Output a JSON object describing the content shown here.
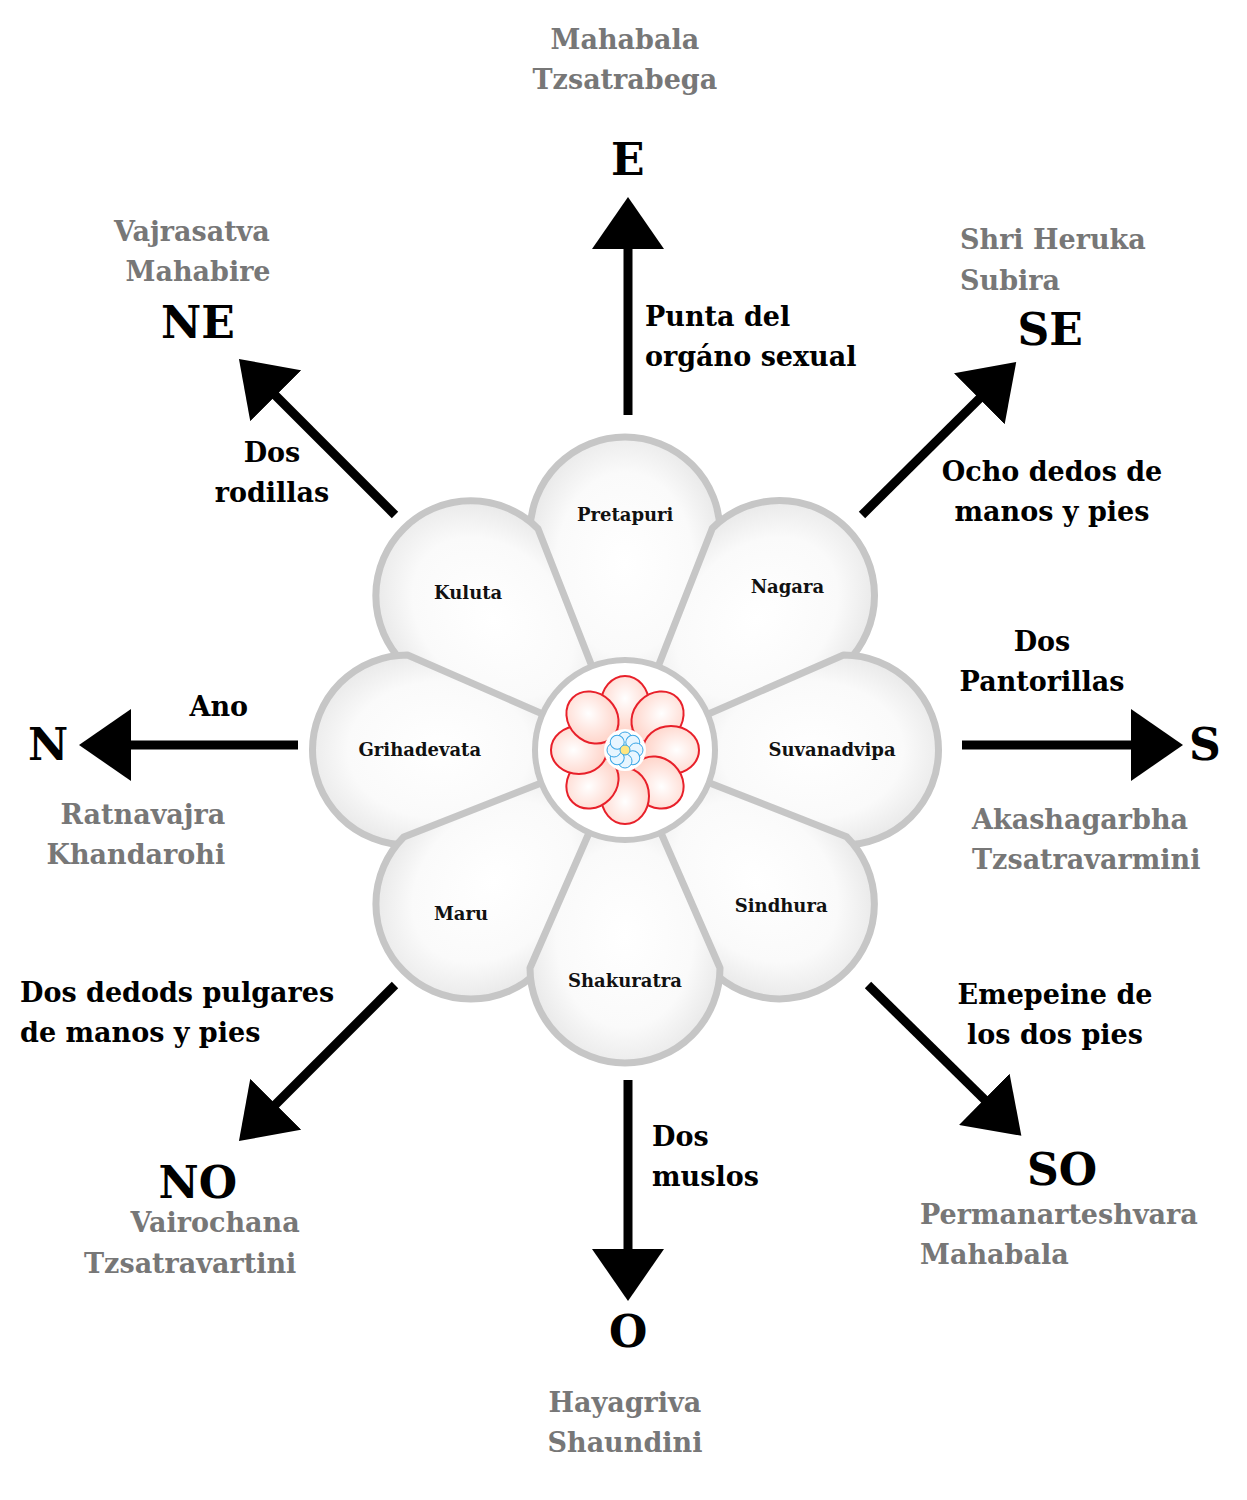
{
  "diagram": {
    "nodes": [
      {
        "text": [
          "Pretapuri"
        ]
      },
      {
        "text": [
          "Kuluta"
        ]
      },
      {
        "text": [
          "Nagara"
        ]
      },
      {
        "text": [
          "Grihadevata"
        ]
      },
      {
        "text": [
          "Suvanadvipa"
        ]
      },
      {
        "text": [
          "Maru"
        ]
      },
      {
        "text": [
          "Sindhura"
        ]
      },
      {
        "text": [
          "Shakuratra"
        ]
      }
    ],
    "labels": [
      "Mahabala",
      "Tzsatrabega",
      "E",
      "Vajrasatva",
      "Mahabire",
      "NE",
      "Shri Heruka",
      "Subira",
      "SE",
      "Punta del orgáno sexual",
      "Dos rodillas",
      "Ocho dedos de manos y pies",
      "Dos Pantorillas",
      "Ano",
      "N",
      "S",
      "Ratnavajra",
      "Khandarohi",
      "Akashagarbha",
      "Tzsatravarmini",
      "Dos dedods pulgares de manos y pies",
      "Emepeine de los dos pies",
      "Dos muslos",
      "SO",
      "NO",
      "Vairochana",
      "Tzsatravartini",
      "Permanarteshvara",
      "Mahabala",
      "O",
      "Hayagriva",
      "Shaundini"
    ]
  }
}
